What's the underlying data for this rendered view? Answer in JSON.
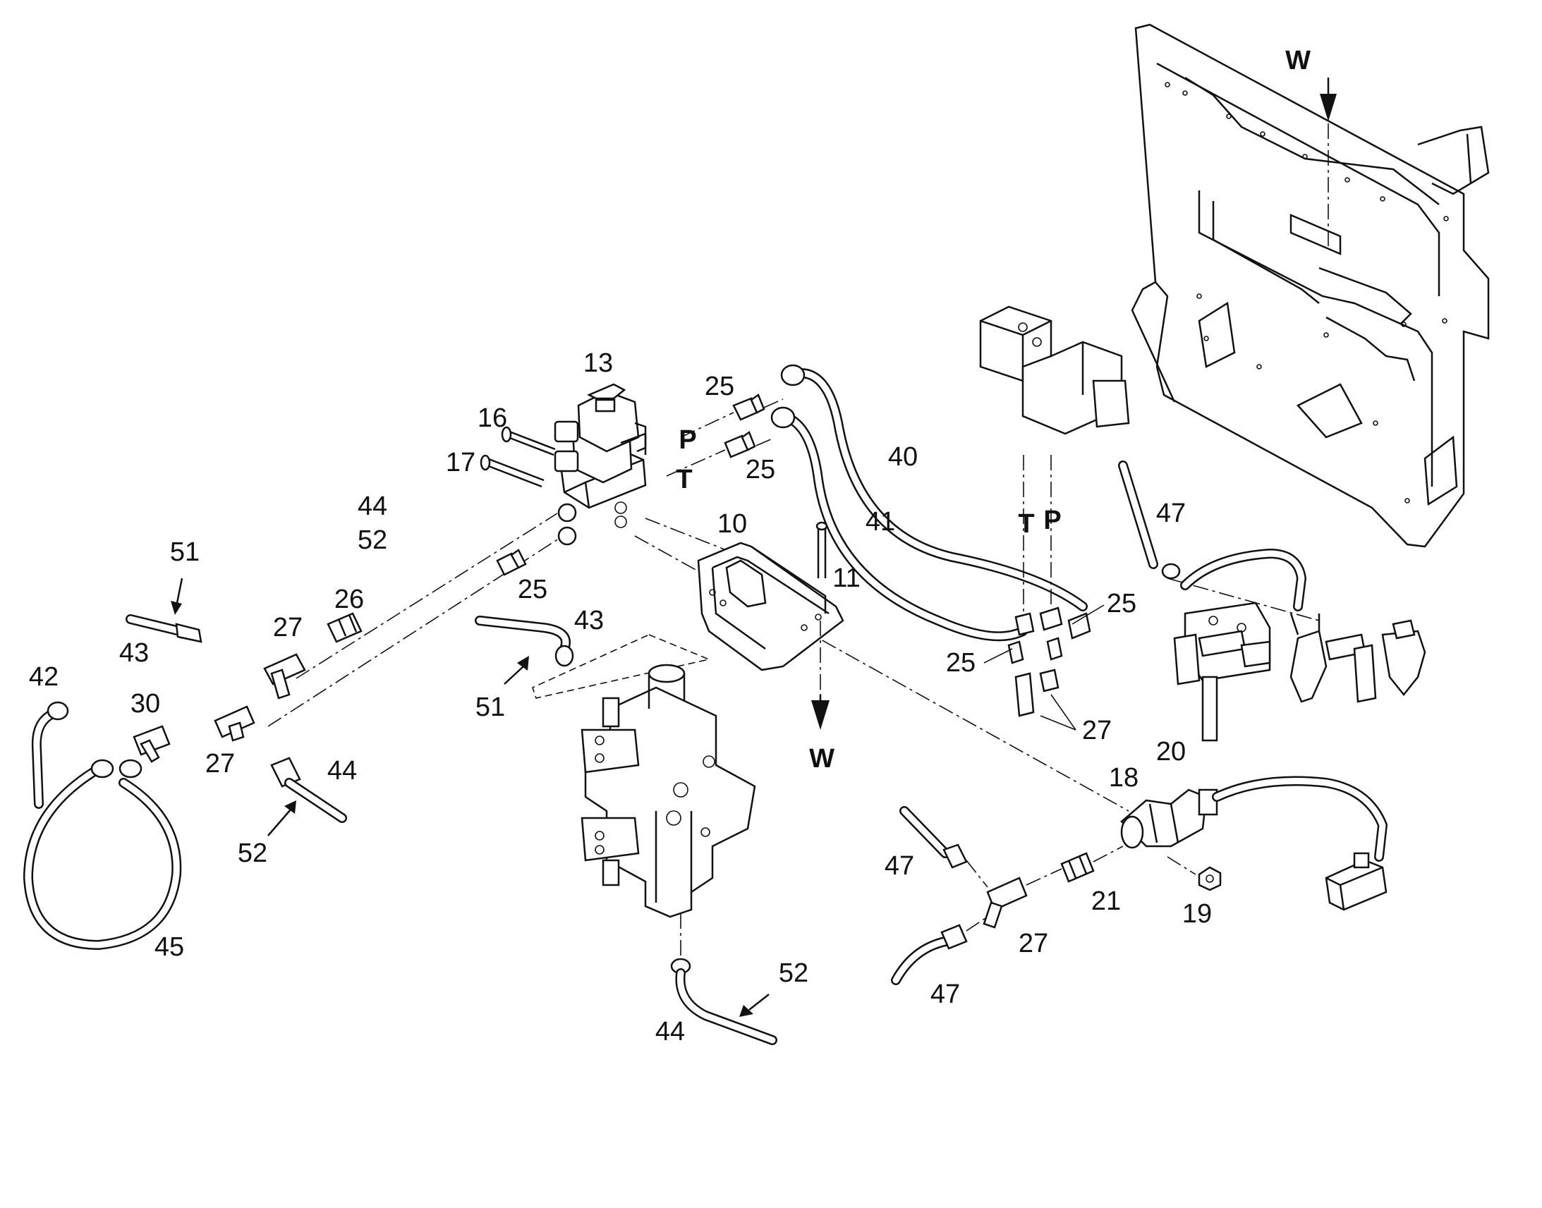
{
  "labels": {
    "p13": "13",
    "p16": "16",
    "p17": "17",
    "p25a": "25",
    "p25b": "25",
    "p25c": "25",
    "p25d": "25",
    "p25e": "25",
    "p44a": "44",
    "p52a": "52",
    "p51a": "51",
    "p43a": "43",
    "p27a": "27",
    "p26": "26",
    "p42": "42",
    "p30": "30",
    "p27b": "27",
    "p44b": "44",
    "p52b": "52",
    "p45": "45",
    "p10": "10",
    "p11": "11",
    "p43b": "43",
    "p51b": "51",
    "p40": "40",
    "p41": "41",
    "p47a": "47",
    "p27c": "27",
    "p20": "20",
    "p18": "18",
    "p19": "19",
    "p21": "21",
    "p47b": "47",
    "p27d": "27",
    "p47c": "47",
    "p52c": "52",
    "p44c": "44"
  },
  "ports": {
    "valve_p": "P",
    "valve_t": "T",
    "block_t": "T",
    "block_p": "P"
  },
  "view_markers": {
    "top": "W",
    "bottom": "W"
  }
}
